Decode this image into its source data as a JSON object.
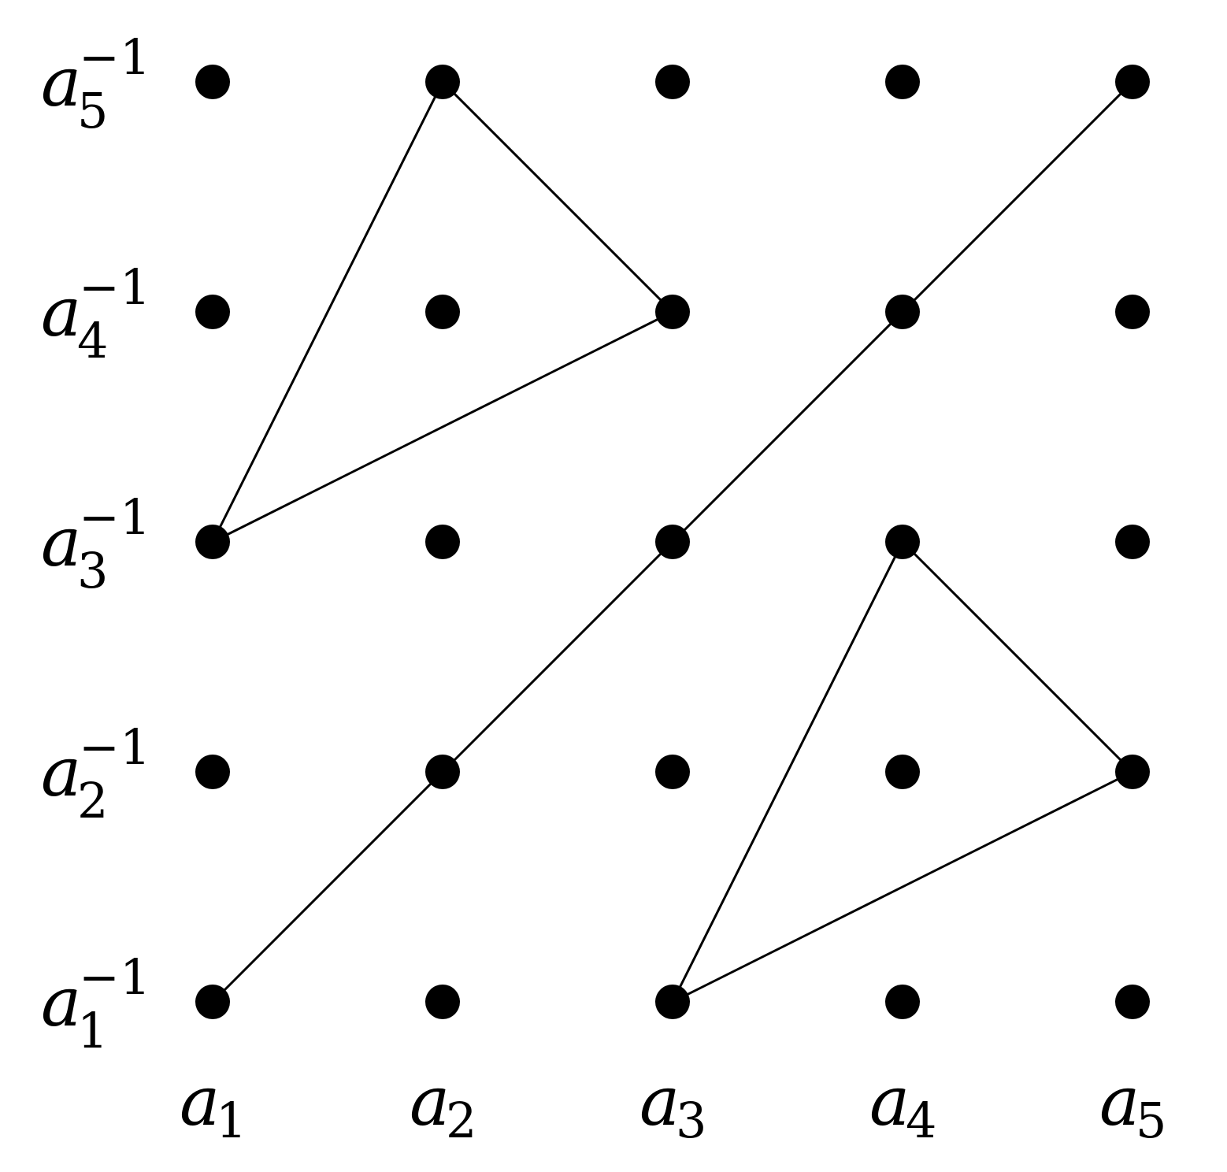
{
  "columns": [
    {
      "base": "a",
      "sub": "1"
    },
    {
      "base": "a",
      "sub": "2"
    },
    {
      "base": "a",
      "sub": "3"
    },
    {
      "base": "a",
      "sub": "4"
    },
    {
      "base": "a",
      "sub": "5"
    }
  ],
  "rows": [
    {
      "base": "a",
      "sub": "1",
      "sup": "−1"
    },
    {
      "base": "a",
      "sub": "2",
      "sup": "−1"
    },
    {
      "base": "a",
      "sub": "3",
      "sup": "−1"
    },
    {
      "base": "a",
      "sub": "4",
      "sup": "−1"
    },
    {
      "base": "a",
      "sub": "5",
      "sup": "−1"
    }
  ],
  "edges": [
    {
      "from": [
        1,
        1
      ],
      "to": [
        2,
        2
      ]
    },
    {
      "from": [
        2,
        2
      ],
      "to": [
        3,
        3
      ]
    },
    {
      "from": [
        3,
        3
      ],
      "to": [
        4,
        4
      ]
    },
    {
      "from": [
        4,
        4
      ],
      "to": [
        5,
        5
      ]
    },
    {
      "from": [
        1,
        3
      ],
      "to": [
        2,
        5
      ]
    },
    {
      "from": [
        2,
        5
      ],
      "to": [
        3,
        4
      ]
    },
    {
      "from": [
        3,
        4
      ],
      "to": [
        1,
        3
      ]
    },
    {
      "from": [
        3,
        1
      ],
      "to": [
        4,
        3
      ]
    },
    {
      "from": [
        4,
        3
      ],
      "to": [
        5,
        2
      ]
    },
    {
      "from": [
        5,
        2
      ],
      "to": [
        3,
        1
      ]
    }
  ],
  "colors": {
    "node": "#000000",
    "edge": "#000000",
    "background": "#ffffff"
  }
}
